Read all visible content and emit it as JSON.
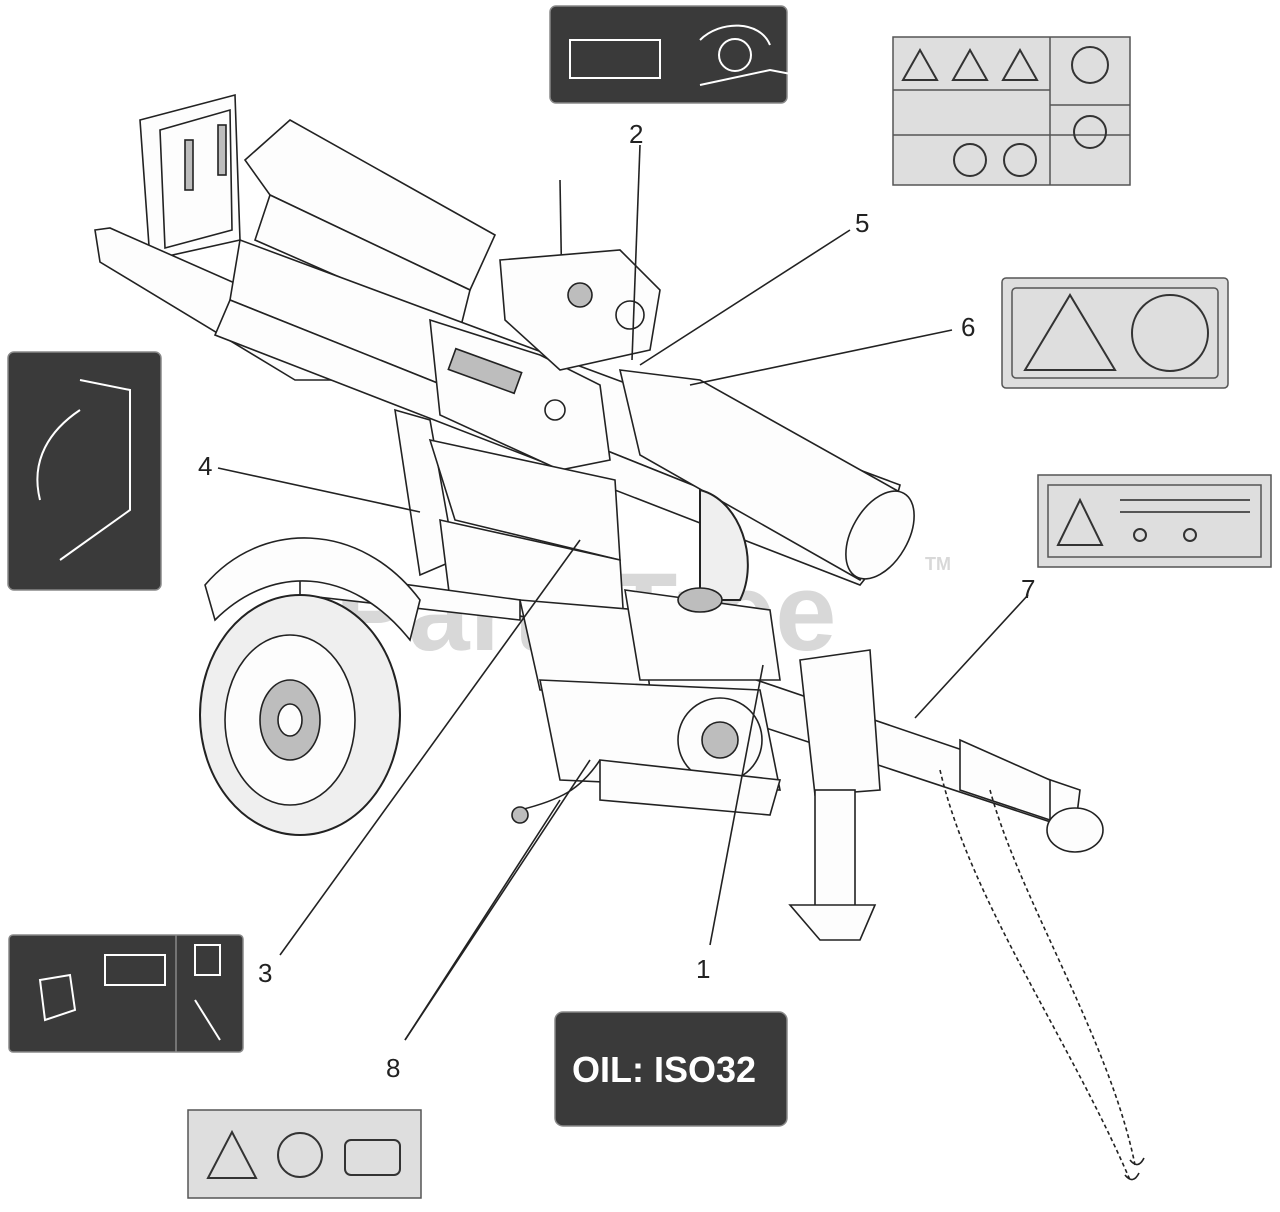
{
  "diagram": {
    "callouts": [
      {
        "id": "1",
        "label": "1"
      },
      {
        "id": "2",
        "label": "2"
      },
      {
        "id": "3",
        "label": "3"
      },
      {
        "id": "4",
        "label": "4"
      },
      {
        "id": "5",
        "label": "5"
      },
      {
        "id": "6",
        "label": "6"
      },
      {
        "id": "7",
        "label": "7"
      },
      {
        "id": "8",
        "label": "8"
      }
    ],
    "oil_decal_text": "OIL: ISO32",
    "watermark": "PartsTree",
    "watermark_tm": "TM"
  },
  "colors": {
    "decal_dark": "#3a3a3a",
    "decal_light": "#dedede",
    "line": "#222222",
    "watermark": "#d8d8d8"
  }
}
